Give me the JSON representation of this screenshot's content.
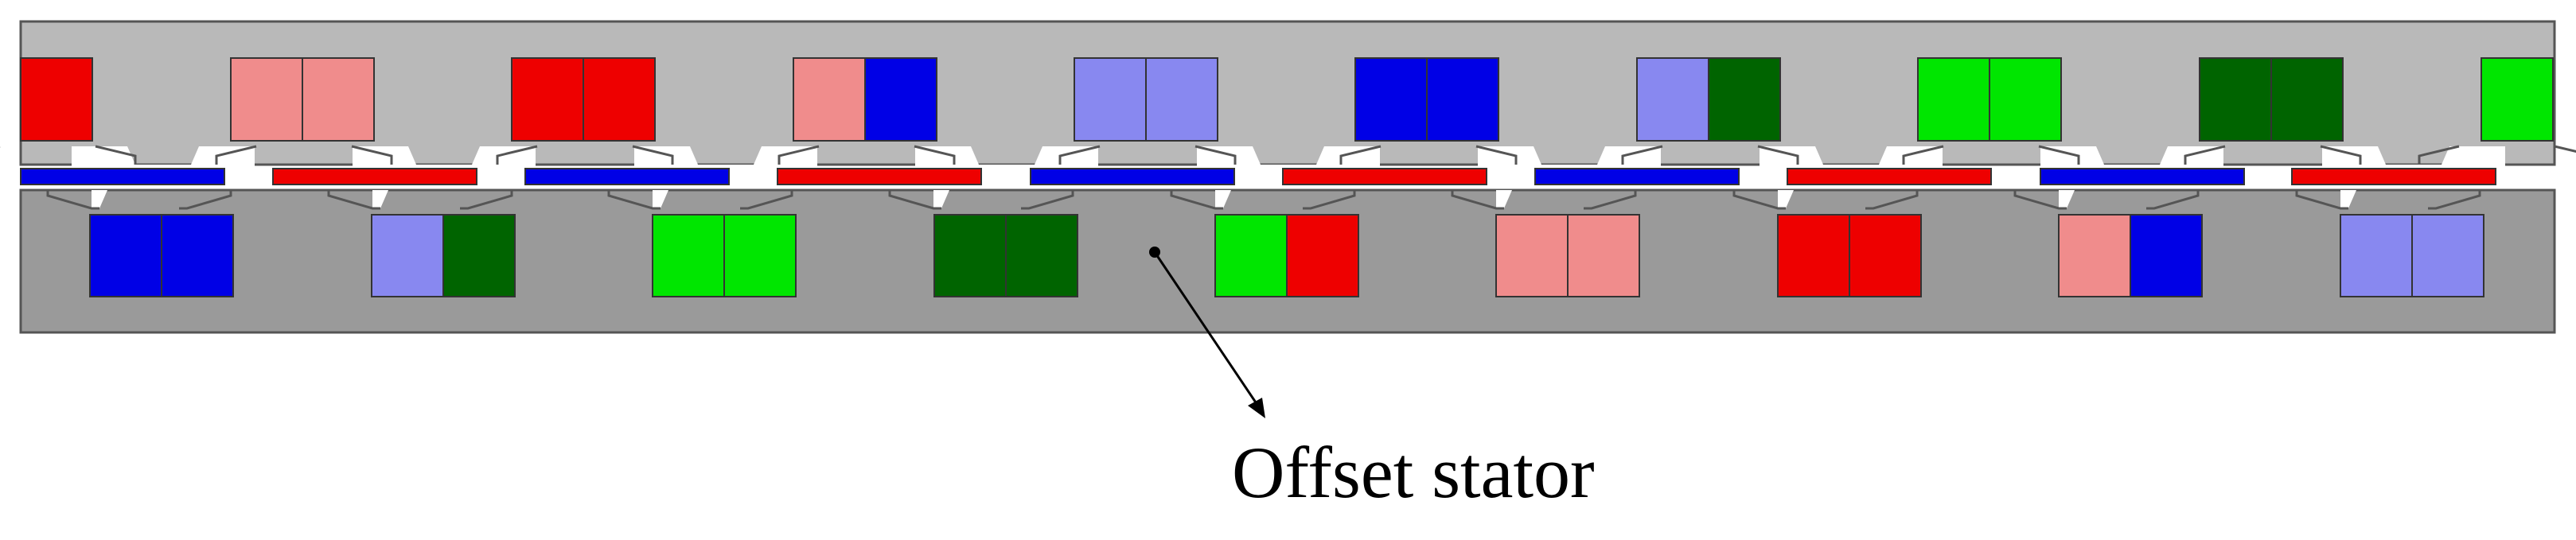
{
  "caption": "Offset stator",
  "colors": {
    "red": "#ee0000",
    "light_red": "#f08c8c",
    "blue": "#0000e6",
    "light_blue": "#8888f0",
    "green": "#00e600",
    "dark_green": "#006400",
    "upper_stator": "#b9b9b9",
    "lower_stator": "#9a9a9a",
    "tooth_outline": "#555555"
  },
  "top_coils": [
    [
      "red"
    ],
    [
      "light_red",
      "light_red"
    ],
    [
      "red",
      "red"
    ],
    [
      "light_red",
      "blue"
    ],
    [
      "light_blue",
      "light_blue"
    ],
    [
      "blue",
      "blue"
    ],
    [
      "light_blue",
      "dark_green"
    ],
    [
      "green",
      "green"
    ],
    [
      "dark_green",
      "dark_green"
    ],
    [
      "green"
    ]
  ],
  "bottom_coils": [
    [
      "blue",
      "blue"
    ],
    [
      "light_blue",
      "dark_green"
    ],
    [
      "green",
      "green"
    ],
    [
      "dark_green",
      "dark_green"
    ],
    [
      "green",
      "red"
    ],
    [
      "light_red",
      "light_red"
    ],
    [
      "red",
      "red"
    ],
    [
      "light_red",
      "blue"
    ],
    [
      "light_blue",
      "light_blue"
    ]
  ],
  "mover_bars": [
    "blue",
    "red",
    "blue",
    "red",
    "blue",
    "red",
    "blue",
    "red",
    "blue",
    "red"
  ]
}
